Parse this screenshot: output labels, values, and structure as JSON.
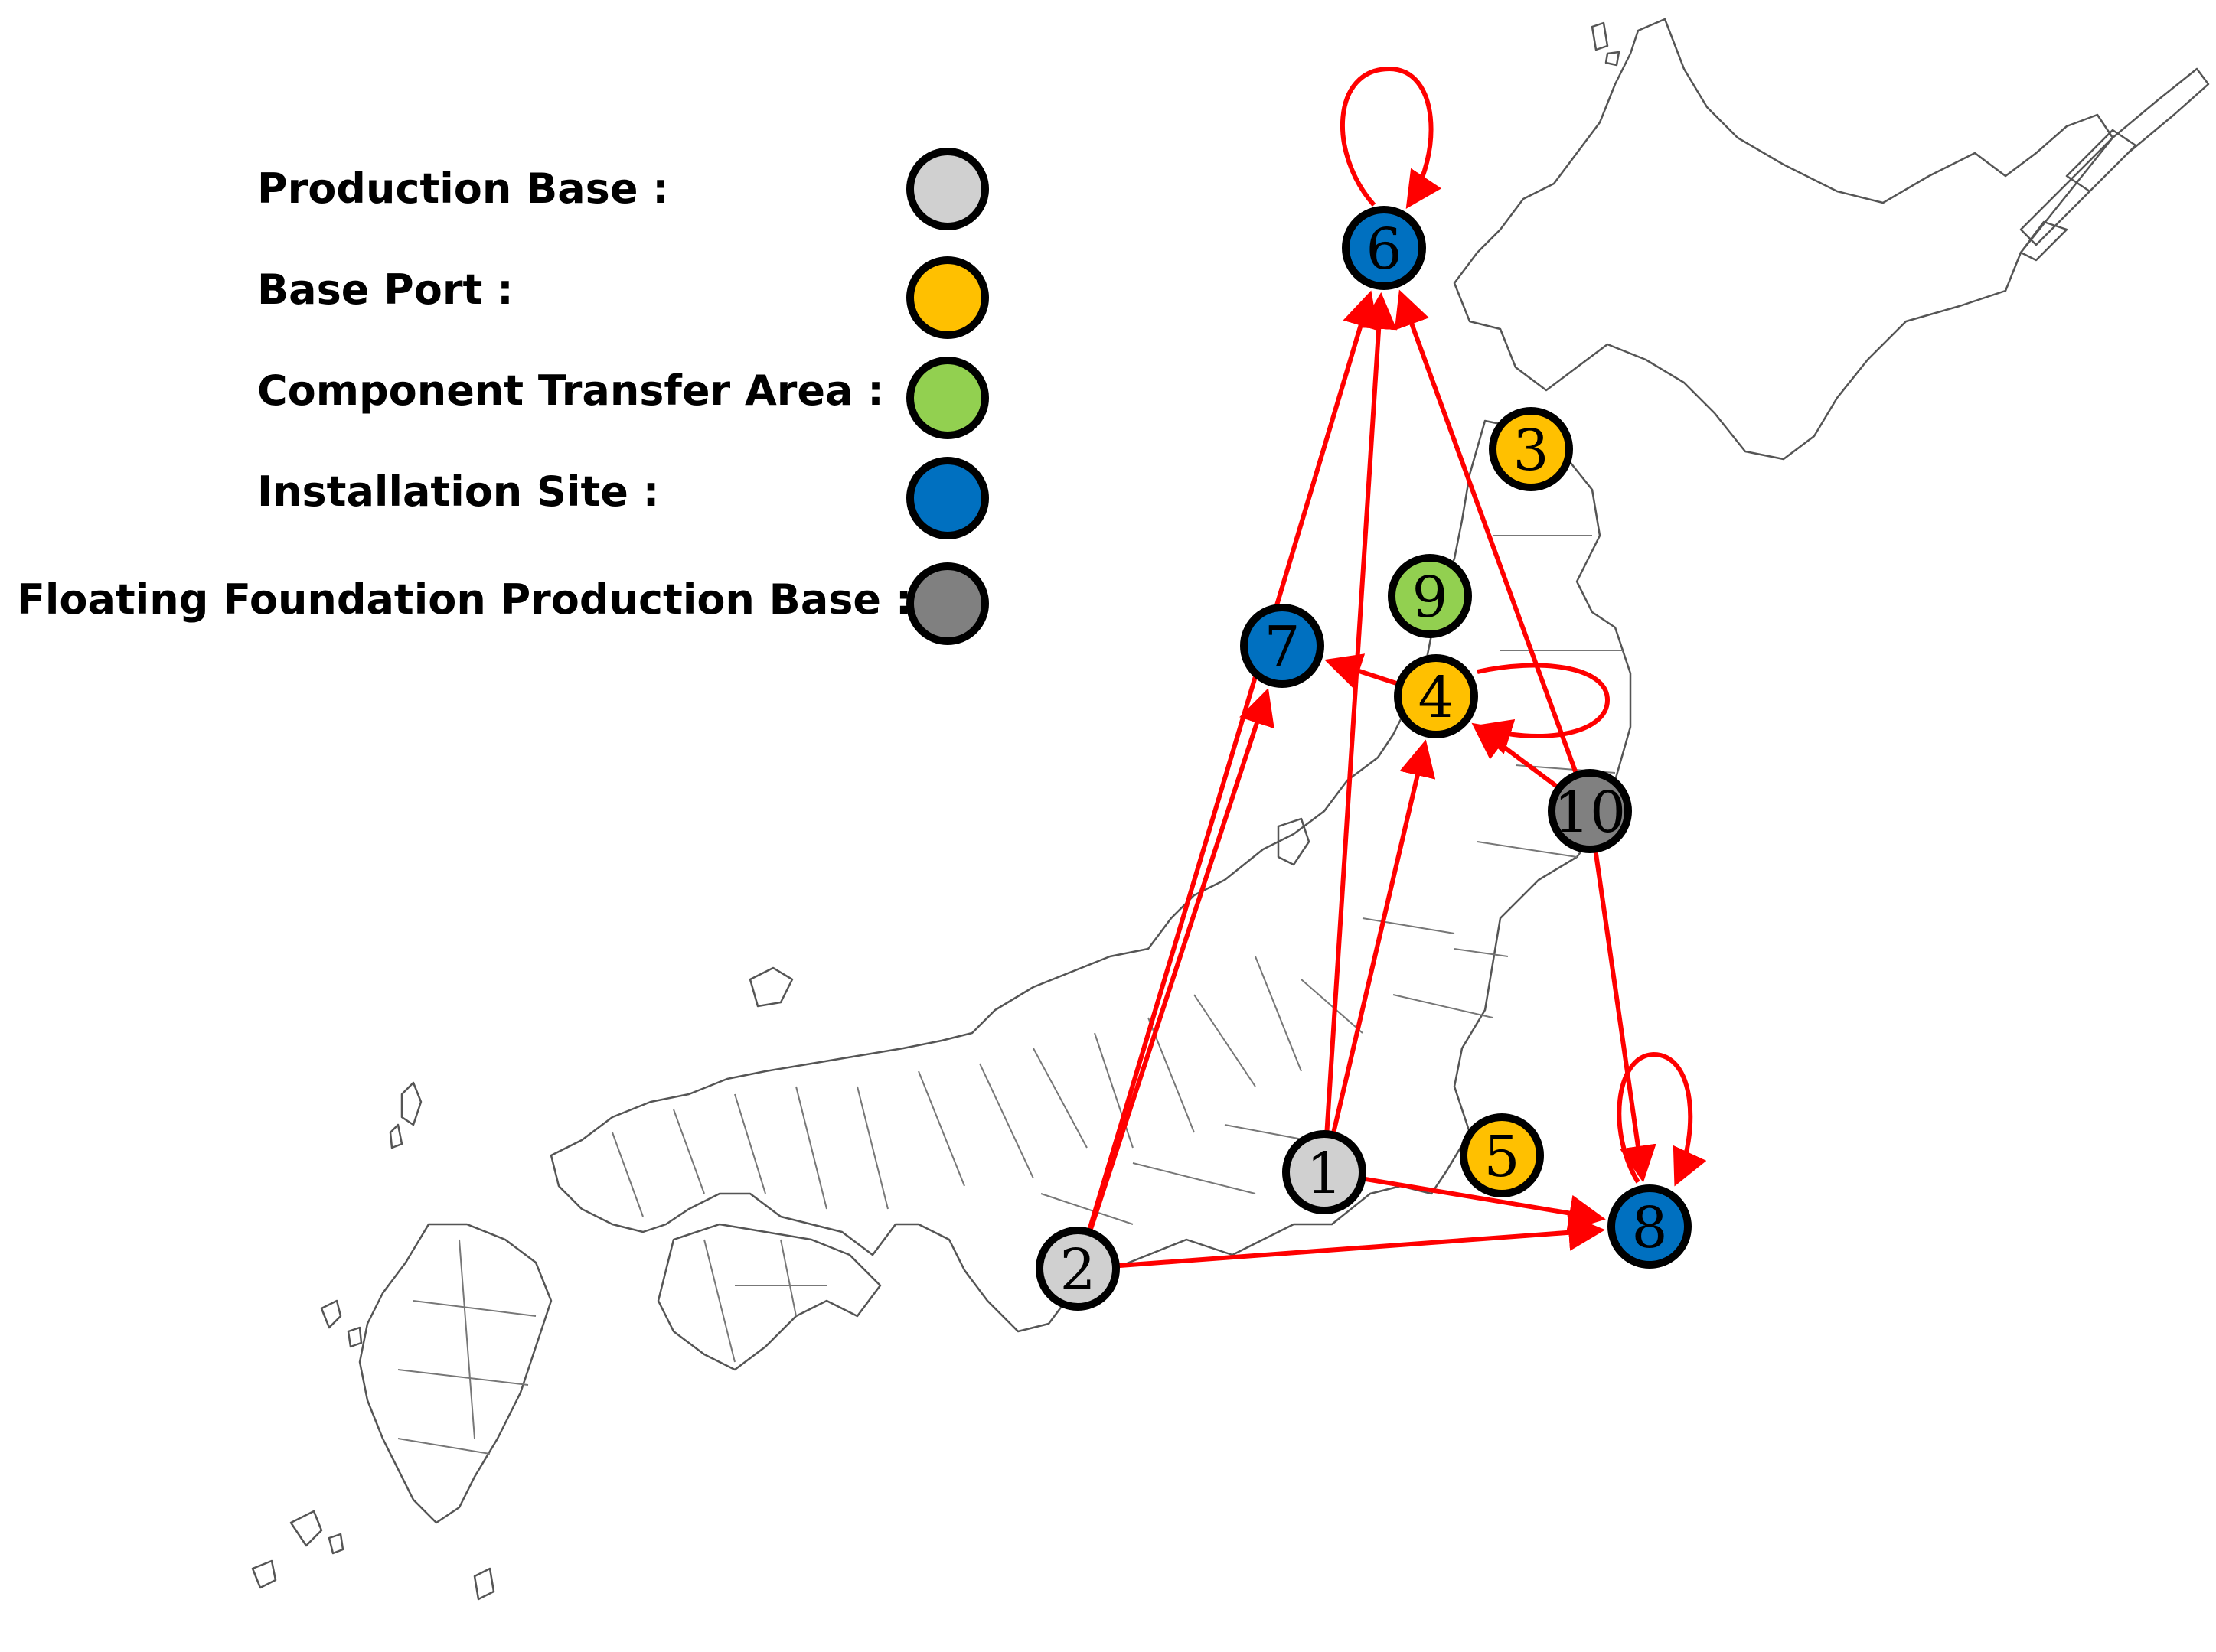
{
  "legend": {
    "items": [
      {
        "label": "Production Base :",
        "color": "#d0d0d0"
      },
      {
        "label": "Base Port :",
        "color": "#ffc000"
      },
      {
        "label": "Component Transfer Area :",
        "color": "#92d050"
      },
      {
        "label": "Installation Site :",
        "color": "#0070c0"
      },
      {
        "label": "Floating Foundation Production Base :",
        "color": "#808080"
      }
    ]
  },
  "nodes": [
    {
      "id": "1",
      "label": "1",
      "type": "Production Base"
    },
    {
      "id": "2",
      "label": "2",
      "type": "Production Base"
    },
    {
      "id": "3",
      "label": "3",
      "type": "Base Port"
    },
    {
      "id": "4",
      "label": "4",
      "type": "Base Port"
    },
    {
      "id": "5",
      "label": "5",
      "type": "Base Port"
    },
    {
      "id": "6",
      "label": "6",
      "type": "Installation Site"
    },
    {
      "id": "7",
      "label": "7",
      "type": "Installation Site"
    },
    {
      "id": "8",
      "label": "8",
      "type": "Installation Site"
    },
    {
      "id": "9",
      "label": "9",
      "type": "Component Transfer Area"
    },
    {
      "id": "10",
      "label": "10",
      "type": "Floating Foundation Production Base"
    }
  ],
  "routes": [
    {
      "from": "1",
      "to": "6"
    },
    {
      "from": "1",
      "to": "4"
    },
    {
      "from": "1",
      "to": "8"
    },
    {
      "from": "2",
      "to": "6"
    },
    {
      "from": "2",
      "to": "7"
    },
    {
      "from": "2",
      "to": "8"
    },
    {
      "from": "4",
      "to": "7"
    },
    {
      "from": "10",
      "to": "4"
    },
    {
      "from": "10",
      "to": "6"
    },
    {
      "from": "10",
      "to": "8"
    },
    {
      "from": "4",
      "to": "4"
    },
    {
      "from": "6",
      "to": "6"
    },
    {
      "from": "8",
      "to": "8"
    }
  ],
  "colors": {
    "route": "#ff0000",
    "outline": "#000000"
  }
}
